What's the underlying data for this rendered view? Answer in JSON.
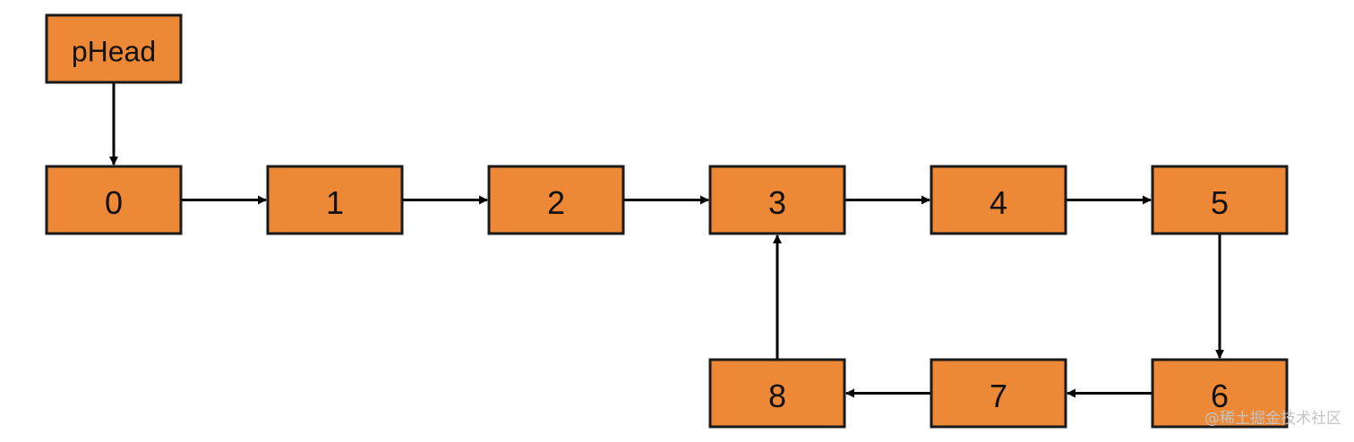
{
  "colors": {
    "node_fill": "#ED8936",
    "node_border": "#1a1a1a",
    "arrow": "#000000",
    "watermark": "#c4c4c4"
  },
  "diagram": {
    "head_label": "pHead",
    "nodes": [
      {
        "id": "n0",
        "label": "0"
      },
      {
        "id": "n1",
        "label": "1"
      },
      {
        "id": "n2",
        "label": "2"
      },
      {
        "id": "n3",
        "label": "3"
      },
      {
        "id": "n4",
        "label": "4"
      },
      {
        "id": "n5",
        "label": "5"
      },
      {
        "id": "n6",
        "label": "6"
      },
      {
        "id": "n7",
        "label": "7"
      },
      {
        "id": "n8",
        "label": "8"
      }
    ],
    "edges": [
      {
        "from": "head",
        "to": "n0"
      },
      {
        "from": "n0",
        "to": "n1"
      },
      {
        "from": "n1",
        "to": "n2"
      },
      {
        "from": "n2",
        "to": "n3"
      },
      {
        "from": "n3",
        "to": "n4"
      },
      {
        "from": "n4",
        "to": "n5"
      },
      {
        "from": "n5",
        "to": "n6"
      },
      {
        "from": "n6",
        "to": "n7"
      },
      {
        "from": "n7",
        "to": "n8"
      },
      {
        "from": "n8",
        "to": "n3"
      }
    ]
  },
  "watermark": "@稀土掘金技术社区"
}
